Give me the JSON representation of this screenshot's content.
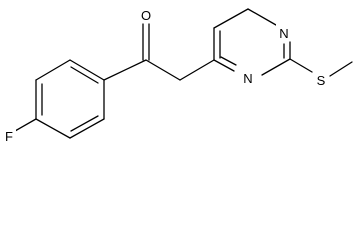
{
  "molecule": {
    "atoms": {
      "oxygen": "O",
      "fluorine": "F",
      "nitrogen_top": "N",
      "nitrogen_bottom": "N",
      "sulfur": "S"
    }
  }
}
